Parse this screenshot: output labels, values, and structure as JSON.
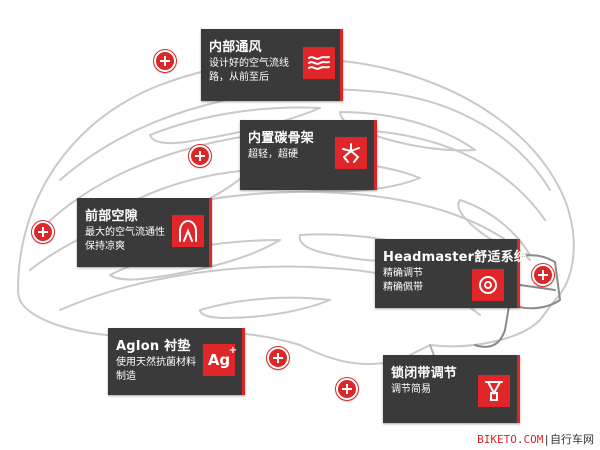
{
  "features": {
    "vent": {
      "title": "内部通风",
      "desc": [
        "设计好的空气流线",
        "路，从前至后"
      ],
      "icon": "airflow-icon"
    },
    "frame": {
      "title": "内置碳骨架",
      "desc": [
        "超轻，超硬"
      ],
      "icon": "carbon-skeleton-icon"
    },
    "front": {
      "title": "前部空隙",
      "desc": [
        "最大的空气流通性",
        "保持凉爽"
      ],
      "icon": "front-port-icon"
    },
    "headmaster": {
      "title": "Headmaster舒适系统",
      "desc": [
        "精确调节",
        "精确佩带"
      ],
      "icon": "dial-adjuster-icon"
    },
    "agion": {
      "title": "AgIon 衬垫",
      "desc": [
        "使用天然抗菌材料",
        "制造"
      ],
      "icon": "silver-ion-icon",
      "icon_text": "Ag",
      "icon_sup": "+"
    },
    "buckle": {
      "title": "锁闭带调节",
      "desc": [
        "调节简易"
      ],
      "icon": "buckle-icon"
    }
  },
  "watermark": {
    "site": "BIKETO",
    "dot": ".",
    "domain": "COM",
    "separator": "|",
    "label": "自行车网"
  },
  "colors": {
    "accent": "#d8282a",
    "card": "#3a3a3a",
    "outline": "#c8c8c8"
  }
}
